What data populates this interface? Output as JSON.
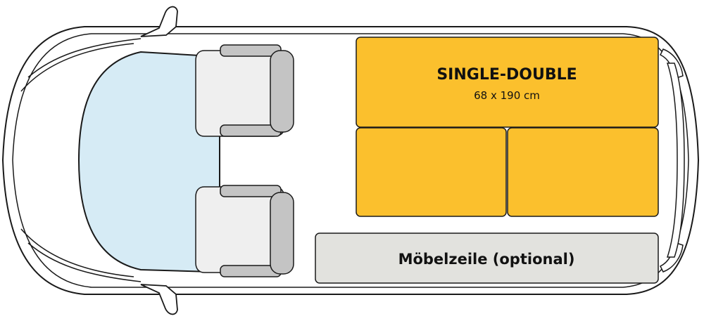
{
  "bed": {
    "title": "SINGLE-DOUBLE",
    "size": "68 x 190 cm",
    "color": "#fbc02d"
  },
  "furniture": {
    "label": "Möbelzeile (optional)",
    "color": "#e2e2de"
  },
  "colors": {
    "windshield": "#d6ebf5",
    "seat": "#efefef",
    "seat_back": "#c4c4c4",
    "outline": "#1a1a1a"
  }
}
